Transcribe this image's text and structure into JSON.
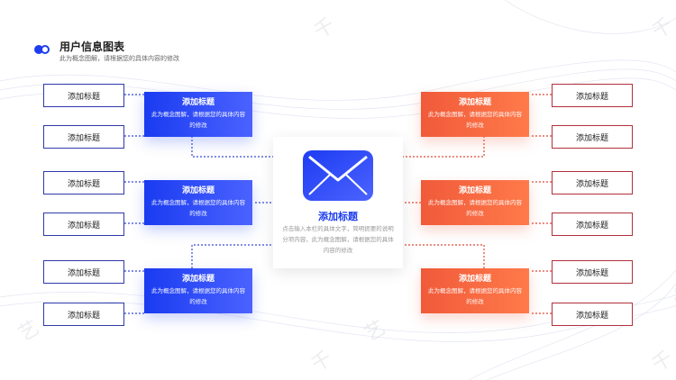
{
  "header": {
    "title": "用户信息图表",
    "subtitle": "此为概念图解，请根据您的具体内容的修改"
  },
  "left_tags": [
    "添加标题",
    "添加标题",
    "添加标题",
    "添加标题",
    "添加标题",
    "添加标题"
  ],
  "right_tags": [
    "添加标题",
    "添加标题",
    "添加标题",
    "添加标题",
    "添加标题",
    "添加标题"
  ],
  "left_cards": [
    {
      "title": "添加标题",
      "desc": "此为概念图解，请根据您的具体内容的修改"
    },
    {
      "title": "添加标题",
      "desc": "此为概念图解，请根据您的具体内容的修改"
    },
    {
      "title": "添加标题",
      "desc": "此为概念图解，请根据您的具体内容的修改"
    }
  ],
  "right_cards": [
    {
      "title": "添加标题",
      "desc": "此为概念图解，请根据您的具体内容的修改"
    },
    {
      "title": "添加标题",
      "desc": "此为概念图解，请根据您的具体内容的修改"
    },
    {
      "title": "添加标题",
      "desc": "此为概念图解，请根据您的具体内容的修改"
    }
  ],
  "center": {
    "icon": "envelope-icon",
    "title": "添加标题",
    "desc": "点击输入本栏的具体文字，简明扼要的说明分项内容，此为概念图解，请根据您的具体内容的修改"
  },
  "colors": {
    "blue": "#1a3bf0",
    "red": "#f05a3a"
  }
}
